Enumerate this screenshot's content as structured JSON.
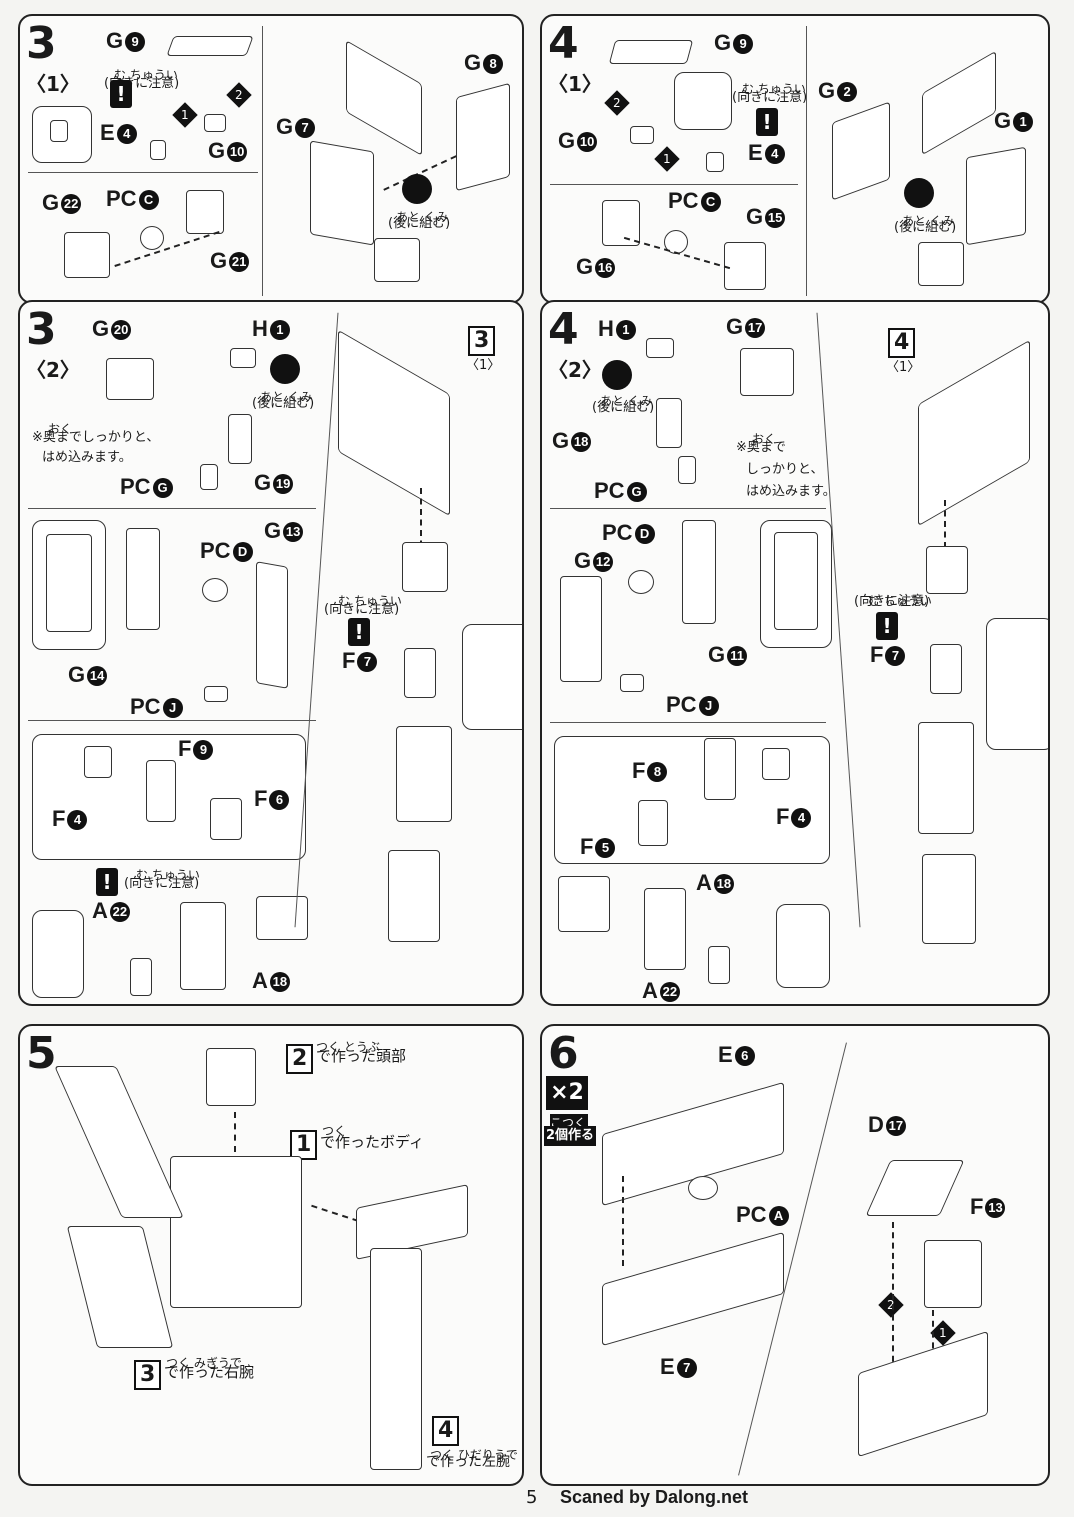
{
  "steps": {
    "s3_1": {
      "num": "3",
      "sub": "〈1〉",
      "note_ruby": "む ちゅうい",
      "note": "(向きに注意)",
      "behind_ruby": "あと くみ",
      "behind": "(後に組む)",
      "labels": [
        "G",
        "E",
        "G",
        "G",
        "G",
        "G",
        "PC",
        "G"
      ],
      "marks": [
        "9",
        "4",
        "10",
        "7",
        "8",
        "22",
        "C",
        "21"
      ]
    },
    "s4_1": {
      "num": "4",
      "sub": "〈1〉",
      "note_ruby": "む ちゅうい",
      "note": "(向きに注意)",
      "behind_ruby": "あと くみ",
      "behind": "(後に組む)",
      "labels": [
        "G",
        "G",
        "E",
        "G",
        "G",
        "PC",
        "G",
        "G"
      ],
      "marks": [
        "9",
        "10",
        "4",
        "2",
        "1",
        "C",
        "15",
        "16"
      ]
    },
    "s3_2": {
      "num": "3",
      "sub": "〈2〉",
      "behind_ruby": "あと くみ",
      "behind": "(後に組む)",
      "push_ruby": "おく",
      "push1": "※奥までしっかりと、",
      "push2": "はめ込みます。",
      "note_ruby": "む ちゅうい",
      "note": "(向きに注意)",
      "ref": "3",
      "ref_sub": "〈1〉",
      "labels": [
        "G",
        "H",
        "G",
        "PC",
        "PC",
        "G",
        "G",
        "PC",
        "F",
        "F",
        "F",
        "A",
        "A",
        "F"
      ],
      "marks": [
        "20",
        "1",
        "19",
        "G",
        "D",
        "13",
        "14",
        "J",
        "9",
        "6",
        "4",
        "22",
        "18",
        "7"
      ]
    },
    "s4_2": {
      "num": "4",
      "sub": "〈2〉",
      "behind_ruby": "あと くみ",
      "behind": "(後に組む)",
      "push_ruby": "おく",
      "push1": "※奥まで",
      "push2": "しっかりと、",
      "push3": "はめ込みます。",
      "note_ruby": "む ちゅうい",
      "note": "(向きに注意)",
      "ref": "4",
      "ref_sub": "〈1〉",
      "labels": [
        "H",
        "G",
        "G",
        "PC",
        "PC",
        "G",
        "G",
        "PC",
        "F",
        "F",
        "F",
        "A",
        "A",
        "F"
      ],
      "marks": [
        "1",
        "17",
        "18",
        "G",
        "D",
        "12",
        "11",
        "J",
        "8",
        "4",
        "5",
        "18",
        "22",
        "7"
      ]
    },
    "s5": {
      "num": "5",
      "head_box": "2",
      "head": "で作った頭部",
      "body_box": "1",
      "body": "で作ったボディ",
      "rarm_box": "3",
      "rarm": "で作った右腕",
      "larm_box": "4",
      "larm": "で作った左腕",
      "ruby_head": "つく とうぶ",
      "ruby_body": "つく",
      "ruby_rarm": "つく みぎうで",
      "ruby_larm": "つく ひだりうで"
    },
    "s6": {
      "num": "6",
      "mult": "×2",
      "mult_ruby": "こつく",
      "mult_label": "2個作る",
      "labels": [
        "E",
        "PC",
        "E",
        "D",
        "F"
      ],
      "marks": [
        "6",
        "A",
        "7",
        "17",
        "13"
      ],
      "seq": [
        "2",
        "1"
      ]
    }
  },
  "footer": {
    "page": "5",
    "credit": "Scaned by Dalong.net"
  }
}
